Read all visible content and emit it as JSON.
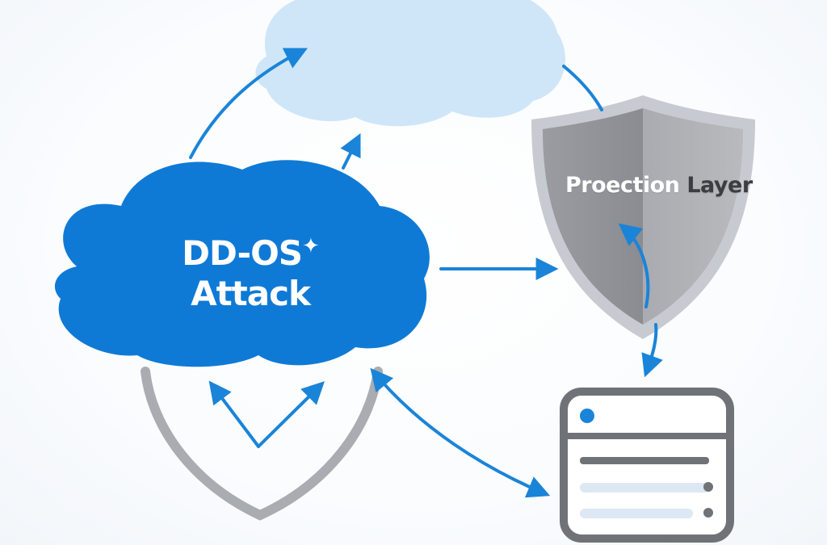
{
  "nodes": {
    "attack": {
      "line1": "DD-OS",
      "line2": "Attack",
      "glyph": "✦"
    },
    "protection": {
      "label_light": "Proection ",
      "label_dark": "Layer"
    },
    "server": {
      "icon": "server-icon"
    },
    "target_cloud": {
      "icon": "cloud-icon"
    }
  },
  "colors": {
    "attack_blue": "#0f7ad6",
    "cloud_light": "#cfe6f8",
    "arrow_blue": "#1a84d8",
    "shield_gray": "#8d8f94",
    "shield_rim": "#c7cbd1",
    "server_gray": "#6f7378",
    "server_line_light": "#dde8f4"
  }
}
